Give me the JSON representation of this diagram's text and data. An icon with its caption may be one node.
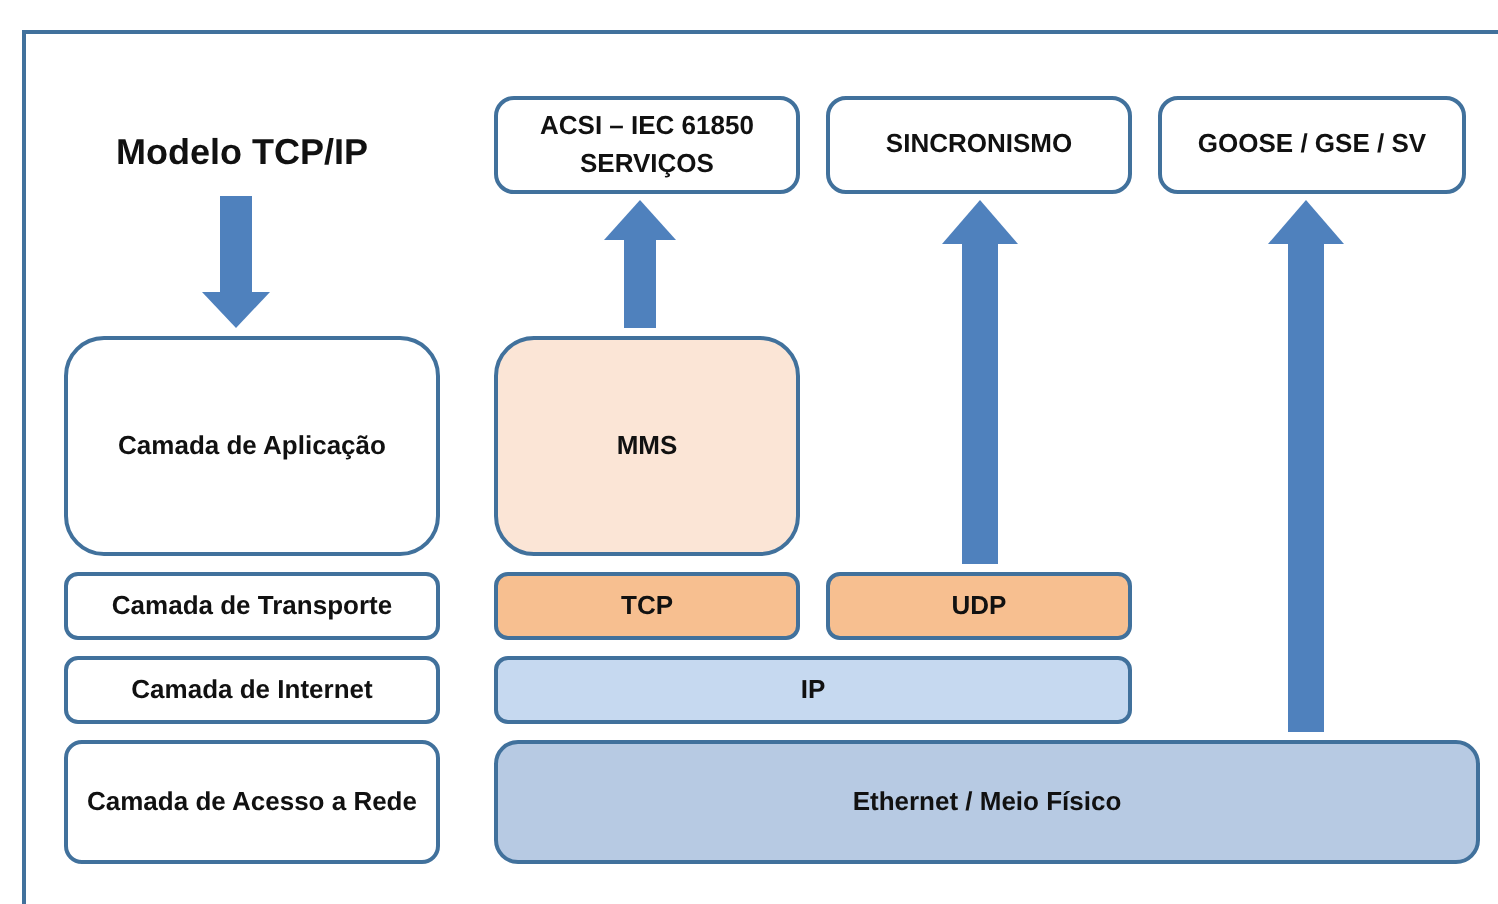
{
  "diagram": {
    "nodes": [
      {
        "text": [
          "Modelo TCP/IP"
        ]
      },
      {
        "text": [
          "ACSI – IEC 61850 SERVIÇOS"
        ]
      },
      {
        "text": [
          "SINCRONISMO"
        ]
      },
      {
        "text": [
          "GOOSE / GSE / SV"
        ]
      },
      {
        "text": [
          "Camada de Aplicação"
        ]
      },
      {
        "text": [
          "MMS"
        ]
      },
      {
        "text": [
          "Camada de Transporte"
        ]
      },
      {
        "text": [
          "TCP"
        ]
      },
      {
        "text": [
          "UDP"
        ]
      },
      {
        "text": [
          "Camada de Internet"
        ]
      },
      {
        "text": [
          "IP"
        ]
      },
      {
        "text": [
          "Camada de Acesso a Rede"
        ]
      },
      {
        "text": [
          "Ethernet / Meio Físico"
        ]
      }
    ],
    "edges": [
      {
        "from": 0,
        "to": 4,
        "arrow": "to"
      },
      {
        "from": 5,
        "to": 1,
        "arrow": "to"
      },
      {
        "from": 8,
        "to": 2,
        "arrow": "to"
      },
      {
        "from": 12,
        "to": 3,
        "arrow": "to"
      }
    ]
  }
}
